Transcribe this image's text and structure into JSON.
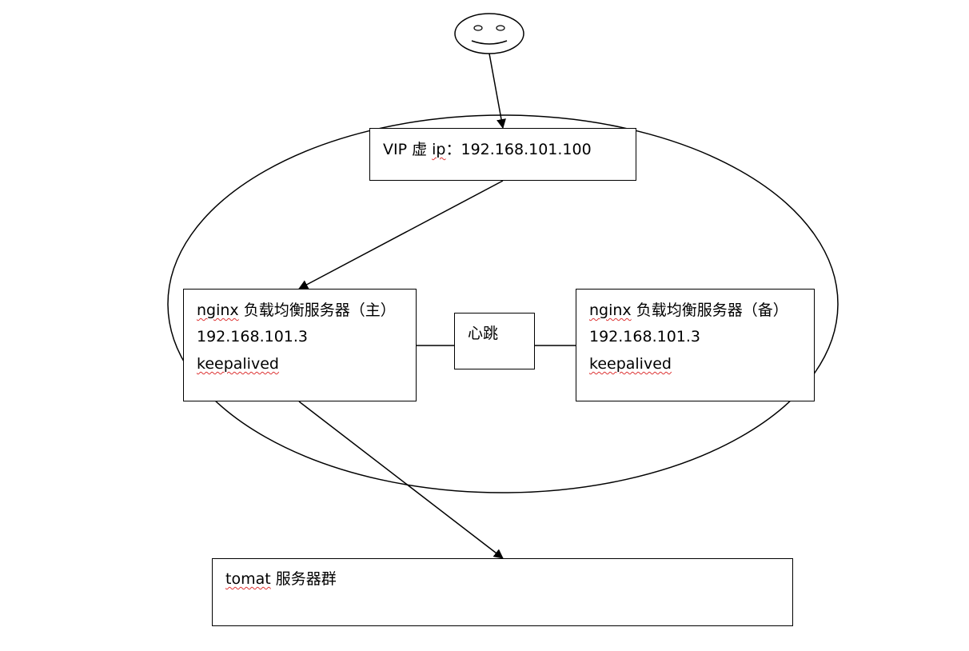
{
  "vip": {
    "prefix": "VIP 虚",
    "ip_word": "ip",
    "suffix": "：192.168.101.100"
  },
  "master": {
    "name_en": "nginx",
    "name_cn": " 负载均衡服务器（主）",
    "ip": "192.168.101.3",
    "software": "keepalived"
  },
  "heartbeat": {
    "label": "心跳"
  },
  "backup": {
    "name_en": "nginx",
    "name_cn": " 负载均衡服务器（备）",
    "ip": "192.168.101.3",
    "software": "keepalived"
  },
  "tomcat": {
    "name_en": "tomat",
    "name_cn": " 服务器群"
  }
}
